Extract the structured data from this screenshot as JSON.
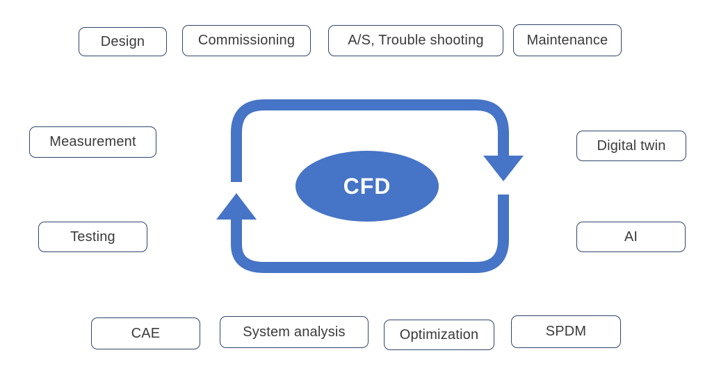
{
  "diagram": {
    "center_label": "CFD",
    "accent_color": "#4674C6",
    "box_border_color": "#2e4369",
    "box_text_color": "#3a3a3a",
    "center_text_color": "#ffffff",
    "cycle_direction": "clockwise",
    "nodes": [
      {
        "label": "Design"
      },
      {
        "label": "Commissioning"
      },
      {
        "label": "A/S, Trouble shooting"
      },
      {
        "label": "Maintenance"
      },
      {
        "label": "Measurement"
      },
      {
        "label": "Digital twin"
      },
      {
        "label": "Testing"
      },
      {
        "label": "AI"
      },
      {
        "label": "CAE"
      },
      {
        "label": "System analysis"
      },
      {
        "label": "Optimization"
      },
      {
        "label": "SPDM"
      }
    ]
  }
}
